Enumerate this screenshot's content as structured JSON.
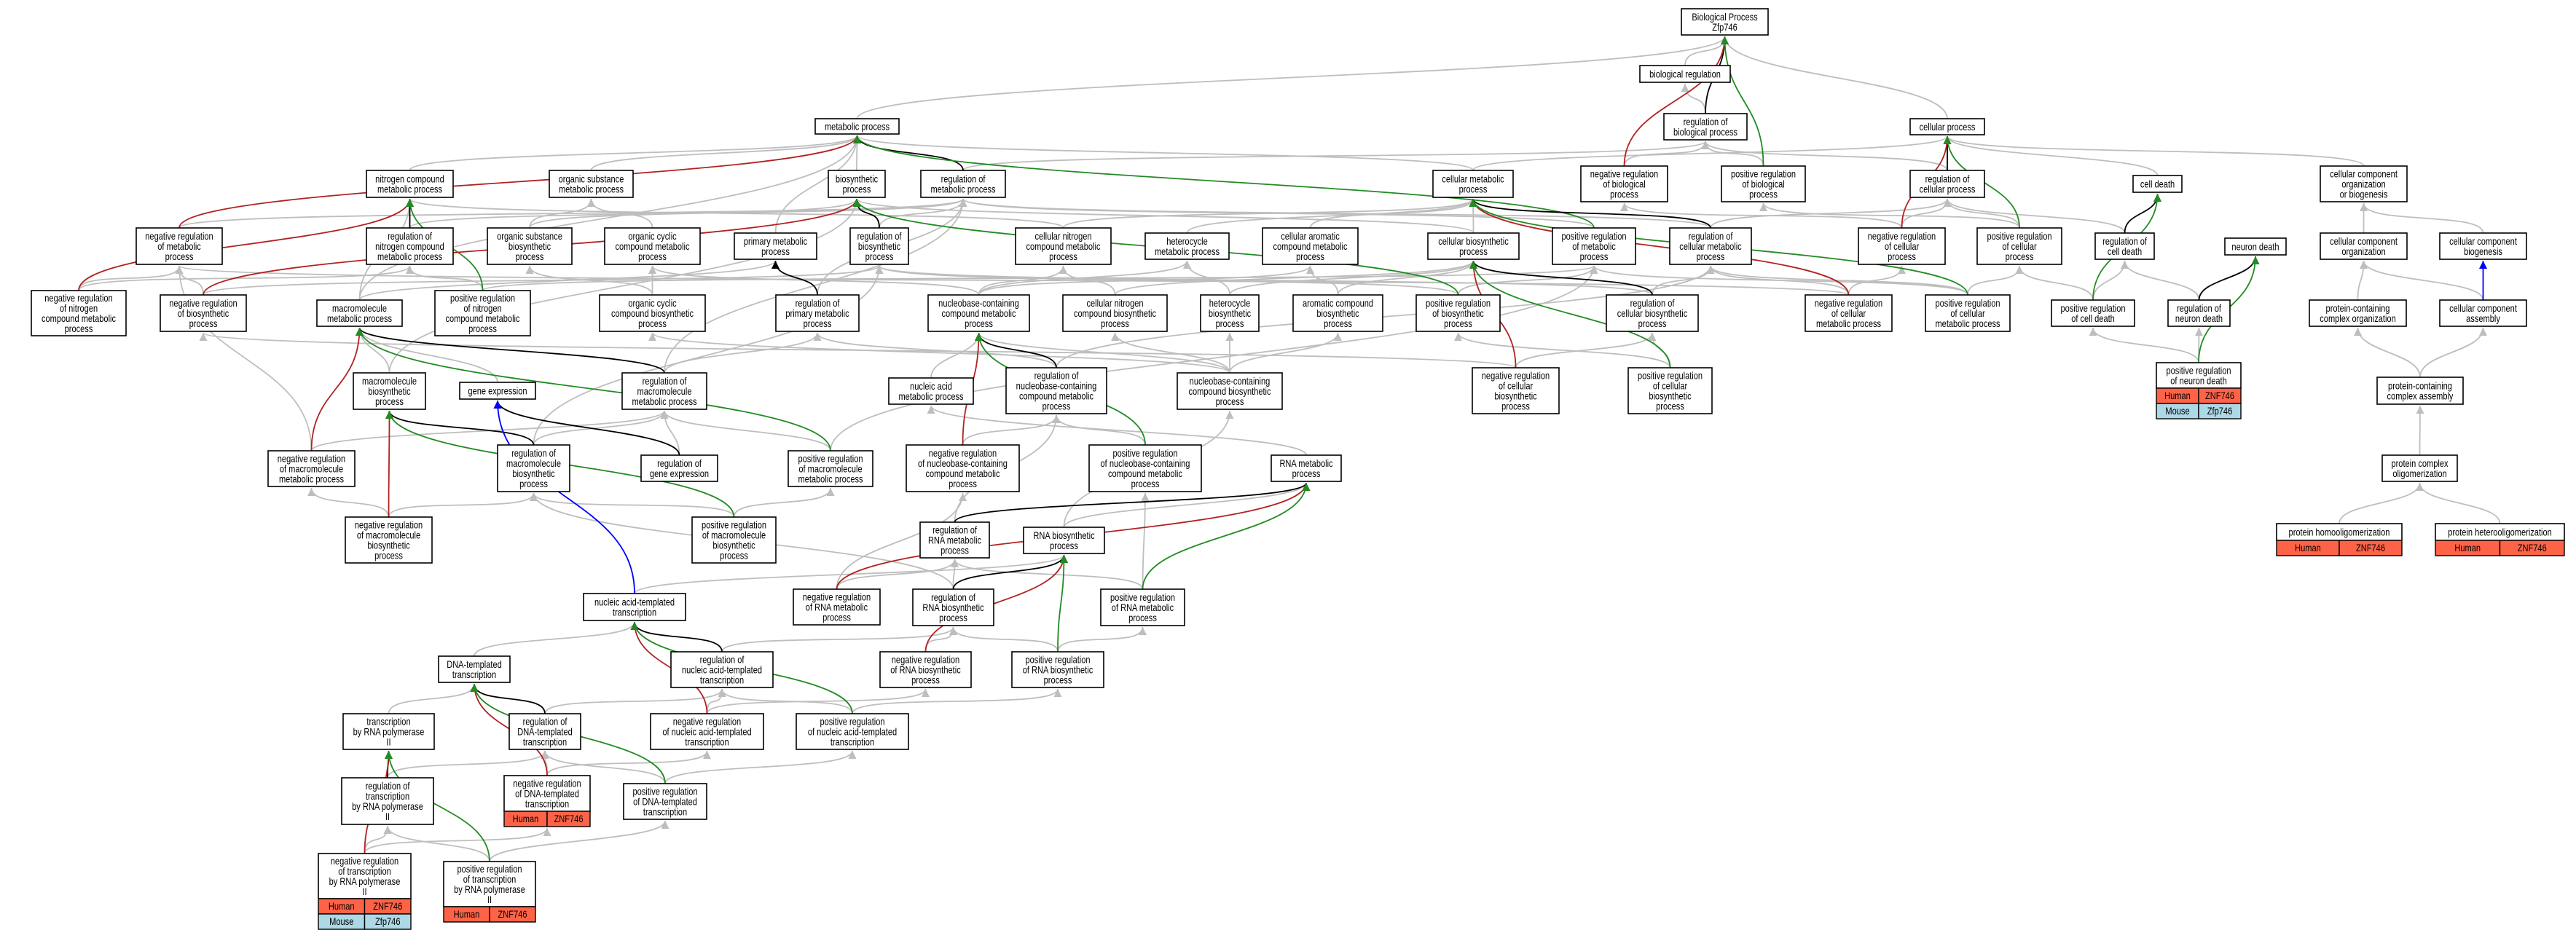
{
  "colors": {
    "is_a": "#bebebe",
    "regulates": "#000000",
    "negatively_regulates": "#b22222",
    "positively_regulates": "#228b22",
    "part_of": "#0000ff",
    "Human": "#ff6347",
    "Mouse": "#add8e6"
  },
  "nodes": {
    "bp": {
      "label": [
        "Biological Process",
        "Zfp746"
      ]
    },
    "bioreg": {
      "label": [
        "biological regulation"
      ]
    },
    "regbio": {
      "label": [
        "regulation of",
        "biological process"
      ]
    },
    "met": {
      "label": [
        "metabolic process"
      ]
    },
    "cellproc": {
      "label": [
        "cellular process"
      ]
    },
    "nitro": {
      "label": [
        "nitrogen compound",
        "metabolic process"
      ]
    },
    "orgsub": {
      "label": [
        "organic substance",
        "metabolic process"
      ]
    },
    "biosyn": {
      "label": [
        "biosynthetic",
        "process"
      ]
    },
    "regmet": {
      "label": [
        "regulation of",
        "metabolic process"
      ]
    },
    "cellmet": {
      "label": [
        "cellular metabolic",
        "process"
      ]
    },
    "negregbio": {
      "label": [
        "negative regulation",
        "of biological",
        "process"
      ]
    },
    "posregbio": {
      "label": [
        "positive regulation",
        "of biological",
        "process"
      ]
    },
    "regcell": {
      "label": [
        "regulation of",
        "cellular process"
      ]
    },
    "celldeath": {
      "label": [
        "cell death"
      ]
    },
    "ccob": {
      "label": [
        "cellular component",
        "organization",
        "or biogenesis"
      ]
    },
    "negregmet": {
      "label": [
        "negative regulation",
        "of metabolic",
        "process"
      ]
    },
    "regnitro": {
      "label": [
        "regulation of",
        "nitrogen compound",
        "metabolic process"
      ]
    },
    "orgsubbio": {
      "label": [
        "organic substance",
        "biosynthetic",
        "process"
      ]
    },
    "orgcyc": {
      "label": [
        "organic cyclic",
        "compound metabolic",
        "process"
      ]
    },
    "primary": {
      "label": [
        "primary metabolic",
        "process"
      ]
    },
    "regbiosyn": {
      "label": [
        "regulation of",
        "biosynthetic",
        "process"
      ]
    },
    "cellnitro": {
      "label": [
        "cellular nitrogen",
        "compound metabolic",
        "process"
      ]
    },
    "hetero": {
      "label": [
        "heterocycle",
        "metabolic process"
      ]
    },
    "cellarom": {
      "label": [
        "cellular aromatic",
        "compound metabolic",
        "process"
      ]
    },
    "cellbio": {
      "label": [
        "cellular biosynthetic",
        "process"
      ]
    },
    "posregmet": {
      "label": [
        "positive regulation",
        "of metabolic",
        "process"
      ]
    },
    "regcellmet": {
      "label": [
        "regulation of",
        "cellular metabolic",
        "process"
      ]
    },
    "negregcell": {
      "label": [
        "negative regulation",
        "of cellular",
        "process"
      ]
    },
    "posregcell": {
      "label": [
        "positive regulation",
        "of cellular",
        "process"
      ]
    },
    "regcd": {
      "label": [
        "regulation of",
        "cell death"
      ]
    },
    "neurondeath": {
      "label": [
        "neuron death"
      ]
    },
    "cco": {
      "label": [
        "cellular component",
        "organization"
      ]
    },
    "ccb": {
      "label": [
        "cellular component",
        "biogenesis"
      ]
    },
    "negregnitro": {
      "label": [
        "negative regulation",
        "of nitrogen",
        "compound metabolic",
        "process"
      ]
    },
    "negregbiosyn": {
      "label": [
        "negative regulation",
        "of biosynthetic",
        "process"
      ]
    },
    "macromet": {
      "label": [
        "macromolecule",
        "metabolic process"
      ]
    },
    "posregnitro": {
      "label": [
        "positive regulation",
        "of nitrogen",
        "compound metabolic",
        "process"
      ]
    },
    "orgcycbio": {
      "label": [
        "organic cyclic",
        "compound biosynthetic",
        "process"
      ]
    },
    "regprim": {
      "label": [
        "regulation of",
        "primary metabolic",
        "process"
      ]
    },
    "nucleobase": {
      "label": [
        "nucleobase-containing",
        "compound metabolic",
        "process"
      ]
    },
    "cellnitrobio": {
      "label": [
        "cellular nitrogen",
        "compound biosynthetic",
        "process"
      ]
    },
    "heterobio": {
      "label": [
        "heterocycle",
        "biosynthetic",
        "process"
      ]
    },
    "arombio": {
      "label": [
        "aromatic compound",
        "biosynthetic",
        "process"
      ]
    },
    "posregbiosyn": {
      "label": [
        "positive regulation",
        "of biosynthetic",
        "process"
      ]
    },
    "regcellbio": {
      "label": [
        "regulation of",
        "cellular biosynthetic",
        "process"
      ]
    },
    "negregcellmet": {
      "label": [
        "negative regulation",
        "of cellular",
        "metabolic process"
      ]
    },
    "posregcellmet": {
      "label": [
        "positive regulation",
        "of cellular",
        "metabolic process"
      ]
    },
    "poscd": {
      "label": [
        "positive regulation",
        "of cell death"
      ]
    },
    "regnd": {
      "label": [
        "regulation of",
        "neuron death"
      ]
    },
    "pcco": {
      "label": [
        "protein-containing",
        "complex organization"
      ]
    },
    "cca": {
      "label": [
        "cellular component",
        "assembly"
      ]
    },
    "macrobio": {
      "label": [
        "macromolecule",
        "biosynthetic",
        "process"
      ]
    },
    "geneexp": {
      "label": [
        "gene expression"
      ]
    },
    "regmacromet": {
      "label": [
        "regulation of",
        "macromolecule",
        "metabolic process"
      ]
    },
    "nucacid": {
      "label": [
        "nucleic acid",
        "metabolic process"
      ]
    },
    "regnucleo": {
      "label": [
        "regulation of",
        "nucleobase-containing",
        "compound metabolic",
        "process"
      ]
    },
    "nucleobio": {
      "label": [
        "nucleobase-containing",
        "compound biosynthetic",
        "process"
      ]
    },
    "negregcellbio": {
      "label": [
        "negative regulation",
        "of cellular",
        "biosynthetic",
        "process"
      ]
    },
    "posregcellbio": {
      "label": [
        "positive regulation",
        "of cellular",
        "biosynthetic",
        "process"
      ]
    },
    "posregnd": {
      "label": [
        "positive regulation",
        "of neuron death"
      ],
      "genes": [
        {
          "species": "Human",
          "gene": "ZNF746"
        },
        {
          "species": "Mouse",
          "gene": "Zfp746"
        }
      ]
    },
    "pcca": {
      "label": [
        "protein-containing",
        "complex assembly"
      ]
    },
    "negregmacromet": {
      "label": [
        "negative regulation",
        "of macromolecule",
        "metabolic process"
      ]
    },
    "regmacrobio": {
      "label": [
        "regulation of",
        "macromolecule",
        "biosynthetic",
        "process"
      ]
    },
    "regge": {
      "label": [
        "regulation of",
        "gene expression"
      ]
    },
    "posregmacromet": {
      "label": [
        "positive regulation",
        "of macromolecule",
        "metabolic process"
      ]
    },
    "negregnucleo": {
      "label": [
        "negative regulation",
        "of nucleobase-containing",
        "compound metabolic",
        "process"
      ]
    },
    "posregnucleo": {
      "label": [
        "positive regulation",
        "of nucleobase-containing",
        "compound metabolic",
        "process"
      ]
    },
    "rnamet": {
      "label": [
        "RNA metabolic",
        "process"
      ]
    },
    "pco": {
      "label": [
        "protein complex",
        "oligomerization"
      ]
    },
    "negregmacrobio": {
      "label": [
        "negative regulation",
        "of macromolecule",
        "biosynthetic",
        "process"
      ]
    },
    "posregmacrobio": {
      "label": [
        "positive regulation",
        "of macromolecule",
        "biosynthetic",
        "process"
      ]
    },
    "regrnamet": {
      "label": [
        "regulation of",
        "RNA metabolic",
        "process"
      ]
    },
    "rnabio": {
      "label": [
        "RNA biosynthetic",
        "process"
      ]
    },
    "homo": {
      "label": [
        "protein homooligomerization"
      ],
      "genes": [
        {
          "species": "Human",
          "gene": "ZNF746"
        }
      ]
    },
    "heterolig": {
      "label": [
        "protein heterooligomerization"
      ],
      "genes": [
        {
          "species": "Human",
          "gene": "ZNF746"
        }
      ]
    },
    "nattr": {
      "label": [
        "nucleic acid-templated",
        "transcription"
      ]
    },
    "negregrnamet": {
      "label": [
        "negative regulation",
        "of RNA metabolic",
        "process"
      ]
    },
    "regrnabio": {
      "label": [
        "regulation of",
        "RNA biosynthetic",
        "process"
      ]
    },
    "posregrnamet": {
      "label": [
        "positive regulation",
        "of RNA metabolic",
        "process"
      ]
    },
    "dnatr": {
      "label": [
        "DNA-templated",
        "transcription"
      ]
    },
    "regnattr": {
      "label": [
        "regulation of",
        "nucleic acid-templated",
        "transcription"
      ]
    },
    "negregrnabio": {
      "label": [
        "negative regulation",
        "of RNA biosynthetic",
        "process"
      ]
    },
    "posregrnabio": {
      "label": [
        "positive regulation",
        "of RNA biosynthetic",
        "process"
      ]
    },
    "trpol2": {
      "label": [
        "transcription",
        "by RNA polymerase",
        "II"
      ]
    },
    "regdna": {
      "label": [
        "regulation of",
        "DNA-templated",
        "transcription"
      ]
    },
    "negregnattr": {
      "label": [
        "negative regulation",
        "of nucleic acid-templated",
        "transcription"
      ]
    },
    "posregnattr": {
      "label": [
        "positive regulation",
        "of nucleic acid-templated",
        "transcription"
      ]
    },
    "regtrpol2": {
      "label": [
        "regulation of",
        "transcription",
        "by RNA polymerase",
        "II"
      ]
    },
    "negregdna": {
      "label": [
        "negative regulation",
        "of DNA-templated",
        "transcription"
      ],
      "genes": [
        {
          "species": "Human",
          "gene": "ZNF746"
        }
      ]
    },
    "posregdna": {
      "label": [
        "positive regulation",
        "of DNA-templated",
        "transcription"
      ]
    },
    "negregtrpol2": {
      "label": [
        "negative regulation",
        "of transcription",
        "by RNA polymerase",
        "II"
      ],
      "genes": [
        {
          "species": "Human",
          "gene": "ZNF746"
        },
        {
          "species": "Mouse",
          "gene": "Zfp746"
        }
      ]
    },
    "posregtrpol2": {
      "label": [
        "positive regulation",
        "of transcription",
        "by RNA polymerase",
        "II"
      ],
      "genes": [
        {
          "species": "Human",
          "gene": "ZNF746"
        }
      ]
    }
  },
  "edges": {
    "bioreg>bp": "#bebebe",
    "met>bp": "#bebebe",
    "cellproc>bp": "#bebebe",
    "regbio>bioreg": "#bebebe",
    "nitro>met": "#bebebe",
    "orgsub>met": "#bebebe",
    "biosyn>met": "#bebebe",
    "primary>met": "#bebebe",
    "cellmet>met": "#bebebe",
    "regmet>regbio": "#bebebe",
    "regcell>regbio": "#bebebe",
    "negregbio>regbio": "#bebebe",
    "posregbio>regbio": "#bebebe",
    "cellmet>cellproc": "#bebebe",
    "celldeath>cellproc": "#bebebe",
    "ccob>cellproc": "#bebebe",
    "negregmet>regmet": "#bebebe",
    "regnitro>regmet": "#bebebe",
    "regbiosyn>regmet": "#bebebe",
    "regprim>regmet": "#bebebe",
    "orgsubbio>orgsub": "#bebebe",
    "orgsubbio>biosyn": "#bebebe",
    "orgcyc>orgsub": "#bebebe",
    "cellbio>biosyn": "#bebebe",
    "cellbio>cellmet": "#bebebe",
    "cellnitro>nitro": "#bebebe",
    "cellnitro>cellmet": "#bebebe",
    "hetero>cellmet": "#bebebe",
    "cellarom>cellmet": "#bebebe",
    "negregcell>regcell": "#bebebe",
    "negregcell>negregbio": "#bebebe",
    "posregcell>regcell": "#bebebe",
    "posregcell>posregbio": "#bebebe",
    "regcd>regcell": "#bebebe",
    "posregmet>regmet": "#bebebe",
    "regcellmet>regmet": "#bebebe",
    "regcellmet>regcell": "#bebebe",
    "cco>ccob": "#bebebe",
    "ccb>ccob": "#bebebe",
    "pcco>cco": "#bebebe",
    "cca>cco": "#bebebe",
    "pcca>pcco": "#bebebe",
    "pcca>cca": "#bebebe",
    "pco>pcca": "#bebebe",
    "homo>pco": "#bebebe",
    "heterolig>pco": "#bebebe",
    "poscd>regcd": "#bebebe",
    "poscd>posregcell": "#bebebe",
    "regnd>regcd": "#bebebe",
    "posregnd>poscd": "#bebebe",
    "posregnd>regnd": "#bebebe",
    "negregnitro>negregmet": "#bebebe",
    "negregnitro>regnitro": "#bebebe",
    "negregbiosyn>negregmet": "#bebebe",
    "negregbiosyn>regbiosyn": "#bebebe",
    "macromet>primary": "#bebebe",
    "macromet>met": "#bebebe",
    "macromet>nitro": "#bebebe",
    "posregnitro>regnitro": "#bebebe",
    "posregnitro>posregmet": "#bebebe",
    "orgcycbio>orgcyc": "#bebebe",
    "orgcycbio>orgsubbio": "#bebebe",
    "nucleobase>cellnitro": "#bebebe",
    "nucleobase>hetero": "#bebebe",
    "nucleobase>cellarom": "#bebebe",
    "nucleobase>orgcyc": "#bebebe",
    "cellnitrobio>cellnitro": "#bebebe",
    "cellnitrobio>cellbio": "#bebebe",
    "heterobio>hetero": "#bebebe",
    "heterobio>cellbio": "#bebebe",
    "arombio>cellarom": "#bebebe",
    "arombio>cellbio": "#bebebe",
    "posregbiosyn>regbiosyn": "#bebebe",
    "posregbiosyn>posregmet": "#bebebe",
    "regcellbio>regbiosyn": "#bebebe",
    "regcellbio>regcellmet": "#bebebe",
    "negregcellmet>regcellmet": "#bebebe",
    "negregcellmet>negregcell": "#bebebe",
    "negregcellmet>negregmet": "#bebebe",
    "posregcellmet>regcellmet": "#bebebe",
    "posregcellmet>posregcell": "#bebebe",
    "posregcellmet>posregmet": "#bebebe",
    "macrobio>macromet": "#bebebe",
    "macrobio>biosyn": "#bebebe",
    "geneexp>macromet": "#bebebe",
    "regmacromet>regmet": "#bebebe",
    "regmacromet>regprim": "#bebebe",
    "nucacid>nucleobase": "#bebebe",
    "regnucleo>regprim": "#bebebe",
    "regnucleo>regcellmet": "#bebebe",
    "nucleobio>nucleobase": "#bebebe",
    "nucleobio>cellnitrobio": "#bebebe",
    "nucleobio>heterobio": "#bebebe",
    "nucleobio>arombio": "#bebebe",
    "nucleobio>orgcycbio": "#bebebe",
    "negregcellbio>regcellbio": "#bebebe",
    "negregcellbio>negregbiosyn": "#bebebe",
    "posregcellbio>regcellbio": "#bebebe",
    "posregcellbio>posregbiosyn": "#bebebe",
    "regmacrobio>regmacromet": "#bebebe",
    "regmacrobio>regbiosyn": "#bebebe",
    "regge>regmacromet": "#bebebe",
    "negregmacromet>regmacromet": "#bebebe",
    "negregmacromet>negregmet": "#bebebe",
    "posregmacromet>regmacromet": "#bebebe",
    "posregmacromet>posregmet": "#bebebe",
    "negregnucleo>regnucleo": "#bebebe",
    "posregnucleo>regnucleo": "#bebebe",
    "rnamet>nucacid": "#bebebe",
    "negregmacrobio>negregmacromet": "#bebebe",
    "negregmacrobio>regmacrobio": "#bebebe",
    "posregmacrobio>posregmacromet": "#bebebe",
    "posregmacrobio>regmacrobio": "#bebebe",
    "regrnamet>regnucleo": "#bebebe",
    "rnabio>rnamet": "#bebebe",
    "rnabio>nucleobio": "#bebebe",
    "nattr>rnabio": "#bebebe",
    "dnatr>nattr": "#bebebe",
    "negregrnamet>regrnamet": "#bebebe",
    "negregrnamet>negregnucleo": "#bebebe",
    "posregrnamet>regrnamet": "#bebebe",
    "posregrnamet>posregnucleo": "#bebebe",
    "regrnabio>regrnamet": "#bebebe",
    "regrnabio>regmacrobio": "#bebebe",
    "negregrnabio>regrnabio": "#bebebe",
    "posregrnabio>regrnabio": "#bebebe",
    "posregrnabio>posregrnamet": "#bebebe",
    "regnattr>regrnabio": "#bebebe",
    "negregnattr>regnattr": "#bebebe",
    "negregnattr>negregrnabio": "#bebebe",
    "posregnattr>regnattr": "#bebebe",
    "posregnattr>posregrnabio": "#bebebe",
    "trpol2>dnatr": "#bebebe",
    "regdna>regnattr": "#bebebe",
    "negregdna>regdna": "#bebebe",
    "negregdna>negregnattr": "#bebebe",
    "posregdna>regdna": "#bebebe",
    "posregdna>posregnattr": "#bebebe",
    "regtrpol2>regdna": "#bebebe",
    "negregtrpol2>regtrpol2": "#bebebe",
    "negregtrpol2>negregdna": "#bebebe",
    "posregtrpol2>regtrpol2": "#bebebe",
    "posregtrpol2>posregdna": "#bebebe",
    "regbio>bp": "#000000",
    "negregbio>bp": "#b22222",
    "posregbio>bp": "#228b22",
    "regmet>met": "#000000",
    "negregmet>met": "#b22222",
    "posregmet>met": "#228b22",
    "regnitro>nitro": "#000000",
    "negregnitro>nitro": "#b22222",
    "posregnitro>nitro": "#228b22",
    "regbiosyn>biosyn": "#000000",
    "negregbiosyn>biosyn": "#b22222",
    "posregbiosyn>biosyn": "#228b22",
    "regprim>primary": "#000000",
    "regcell>cellproc": "#000000",
    "negregcell>cellproc": "#b22222",
    "posregcell>cellproc": "#228b22",
    "regcellmet>cellmet": "#000000",
    "negregcellmet>cellmet": "#b22222",
    "posregcellmet>cellmet": "#228b22",
    "regcellbio>cellbio": "#000000",
    "negregcellbio>cellbio": "#b22222",
    "posregcellbio>cellbio": "#228b22",
    "regcd>celldeath": "#000000",
    "poscd>celldeath": "#228b22",
    "regnd>neurondeath": "#000000",
    "posregnd>neurondeath": "#228b22",
    "cca>ccb": "#0000ff",
    "regmacromet>macromet": "#000000",
    "negregmacromet>macromet": "#b22222",
    "posregmacromet>macromet": "#228b22",
    "regmacrobio>macrobio": "#000000",
    "negregmacrobio>macrobio": "#b22222",
    "posregmacrobio>macrobio": "#228b22",
    "regge>geneexp": "#000000",
    "nattr>geneexp": "#0000ff",
    "regnucleo>nucleobase": "#000000",
    "negregnucleo>nucleobase": "#b22222",
    "posregnucleo>nucleobase": "#228b22",
    "regrnamet>rnamet": "#000000",
    "negregrnamet>rnamet": "#b22222",
    "posregrnamet>rnamet": "#228b22",
    "regrnabio>rnabio": "#000000",
    "negregrnabio>rnabio": "#b22222",
    "posregrnabio>rnabio": "#228b22",
    "regnattr>nattr": "#000000",
    "negregnattr>nattr": "#b22222",
    "posregnattr>nattr": "#228b22",
    "regdna>dnatr": "#000000",
    "negregdna>dnatr": "#b22222",
    "posregdna>dnatr": "#228b22",
    "regtrpol2>trpol2": "#000000",
    "negregtrpol2>trpol2": "#b22222",
    "posregtrpol2>trpol2": "#228b22"
  }
}
